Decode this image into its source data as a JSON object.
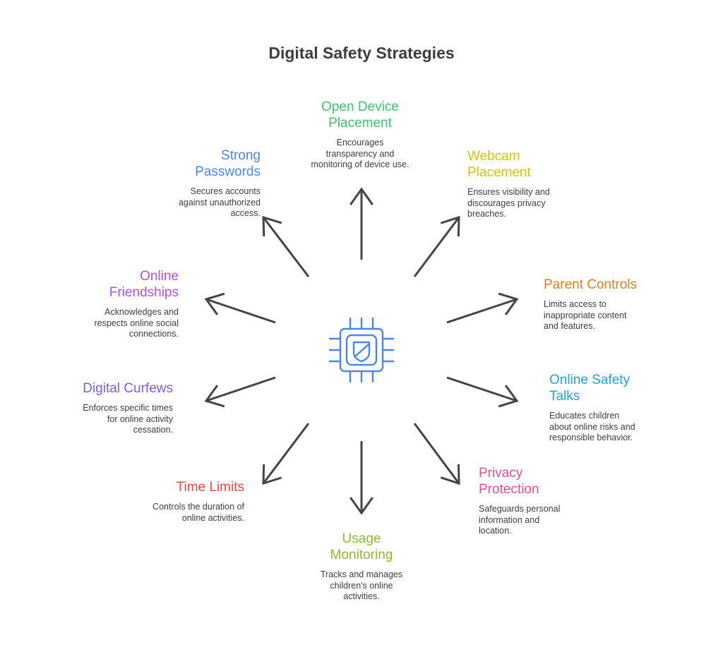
{
  "title": "Digital Safety Strategies",
  "center_icon": "chip-shield-icon",
  "items": [
    {
      "title": "Open Device Placement",
      "desc": "Encourages transparency and monitoring of device use.",
      "color": "#3cc46e"
    },
    {
      "title": "Webcam Placement",
      "desc": "Ensures visibility and discourages privacy breaches.",
      "color": "#d8c300"
    },
    {
      "title": "Parent Controls",
      "desc": "Limits access to inappropriate content and features.",
      "color": "#e97b22"
    },
    {
      "title": "Online Safety Talks",
      "desc": "Educates children about online risks and responsible behavior.",
      "color": "#1fa6d8"
    },
    {
      "title": "Privacy Protection",
      "desc": "Safeguards personal information and location.",
      "color": "#e84c9c"
    },
    {
      "title": "Usage Monitoring",
      "desc": "Tracks and manages children's online activities.",
      "color": "#8dbd2c"
    },
    {
      "title": "Time Limits",
      "desc": "Controls the duration of online activities.",
      "color": "#ee4545"
    },
    {
      "title": "Digital Curfews",
      "desc": "Enforces specific times for online activity cessation.",
      "color": "#7c5cf0"
    },
    {
      "title": "Online Friendships",
      "desc": "Acknowledges and respects online social connections.",
      "color": "#b44fe8"
    },
    {
      "title": "Strong Passwords",
      "desc": "Secures accounts against unauthorized access.",
      "color": "#4a86f0"
    }
  ]
}
